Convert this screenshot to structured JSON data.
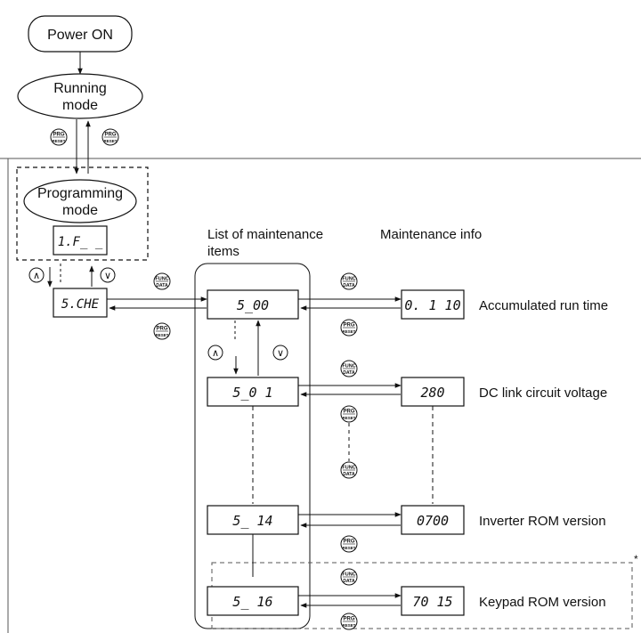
{
  "nodes": {
    "power_on": "Power ON",
    "running_line1": "Running",
    "running_line2": "mode",
    "programming_line1": "Programming",
    "programming_line2": "mode"
  },
  "displays": {
    "menu_top": "1.F_ _",
    "menu_sche": "5.CHE",
    "item_00": "5_00",
    "item_01": "5_0 1",
    "item_14": "5_ 14",
    "item_16": "5_ 16",
    "info_00": "0. 1 10",
    "info_01": "280",
    "info_14": "0700",
    "info_16": "70 15"
  },
  "headings": {
    "list_line1": "List of maintenance",
    "list_line2": "items",
    "info": "Maintenance info"
  },
  "labels": {
    "accumulated": "Accumulated run time",
    "dc_link": "DC link circuit voltage",
    "inverter_rom": "Inverter ROM version",
    "keypad_rom": "Keypad ROM version",
    "footnote_mark": "*"
  },
  "buttons": {
    "prg_top": "PRG",
    "prg_bottom": "RESET",
    "func_top": "FUNC",
    "func_bottom": "DATA",
    "up_symbol": "∧",
    "down_symbol": "∨"
  }
}
